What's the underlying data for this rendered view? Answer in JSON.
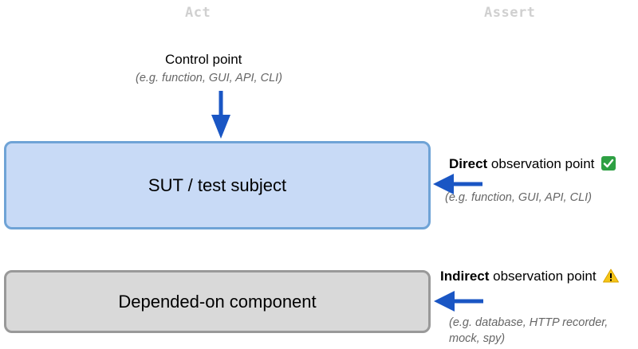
{
  "columns": {
    "act": "Act",
    "assert": "Assert"
  },
  "control_point": {
    "label": "Control point",
    "examples": "(e.g. function, GUI, API, CLI)"
  },
  "sut": {
    "label": "SUT / test subject"
  },
  "depended_on": {
    "label": "Depended-on component"
  },
  "direct_point": {
    "bold": "Direct",
    "rest": " observation point",
    "examples": "(e.g. function, GUI, API, CLI)",
    "badge": "check-mark-icon"
  },
  "indirect_point": {
    "bold": "Indirect",
    "rest": " observation point",
    "examples": "(e.g. database, HTTP recorder, mock, spy)",
    "badge": "warning-icon"
  },
  "colors": {
    "arrow": "#1a56c4",
    "sut_fill": "#c8daf6",
    "sut_border": "#6fa3d6",
    "doc_fill": "#d9d9d9",
    "doc_border": "#999999",
    "header_text": "#d0d0d0"
  }
}
